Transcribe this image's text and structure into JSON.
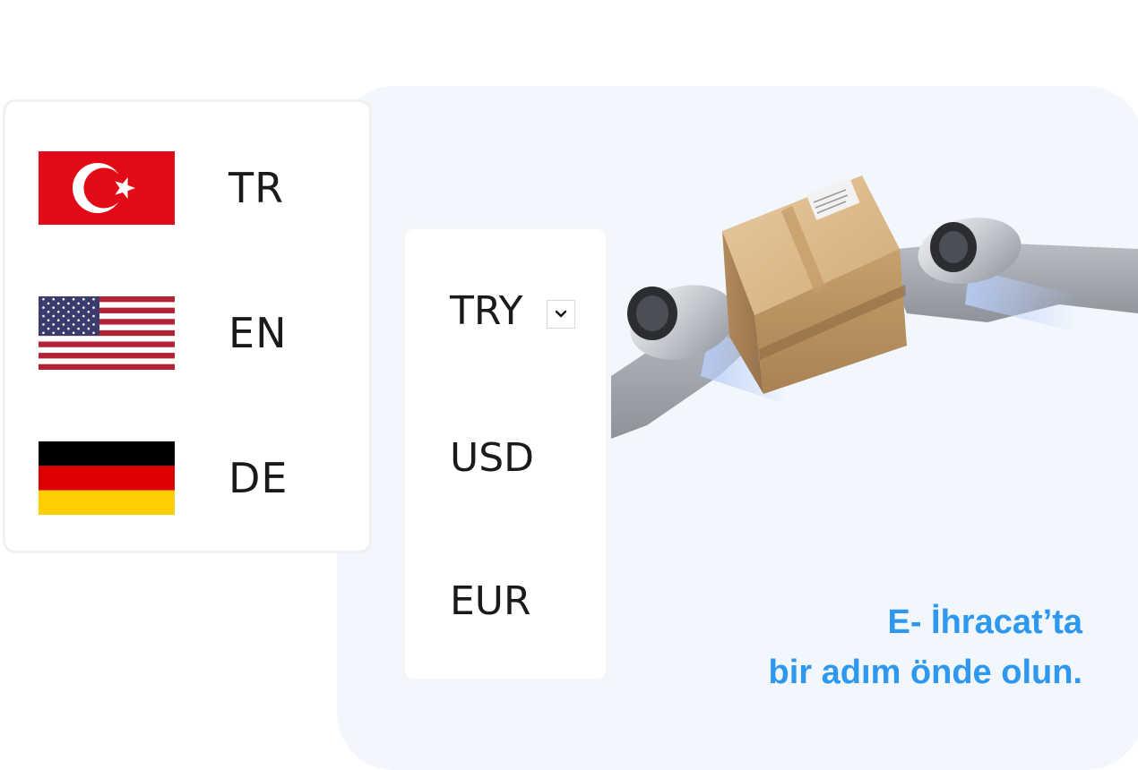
{
  "languages": [
    {
      "code": "TR",
      "flag": "turkey-flag-icon"
    },
    {
      "code": "EN",
      "flag": "usa-flag-icon"
    },
    {
      "code": "DE",
      "flag": "germany-flag-icon"
    }
  ],
  "currencies": {
    "selected": "TRY",
    "options": [
      "USD",
      "EUR"
    ],
    "dropdown_icon": "chevron-down-icon"
  },
  "slogan": {
    "line1": "E- İhracat’ta",
    "line2": "bir adım önde olun."
  },
  "colors": {
    "accent": "#2e97ef",
    "panel_bg": "#f2f7fd",
    "turkey_red": "#e30a17",
    "usa_red": "#b22234",
    "usa_blue": "#3c3b6e",
    "germany_black": "#000000",
    "germany_red": "#dd0000",
    "germany_gold": "#ffce00"
  },
  "illustration": "flying-box-with-jet-engines"
}
